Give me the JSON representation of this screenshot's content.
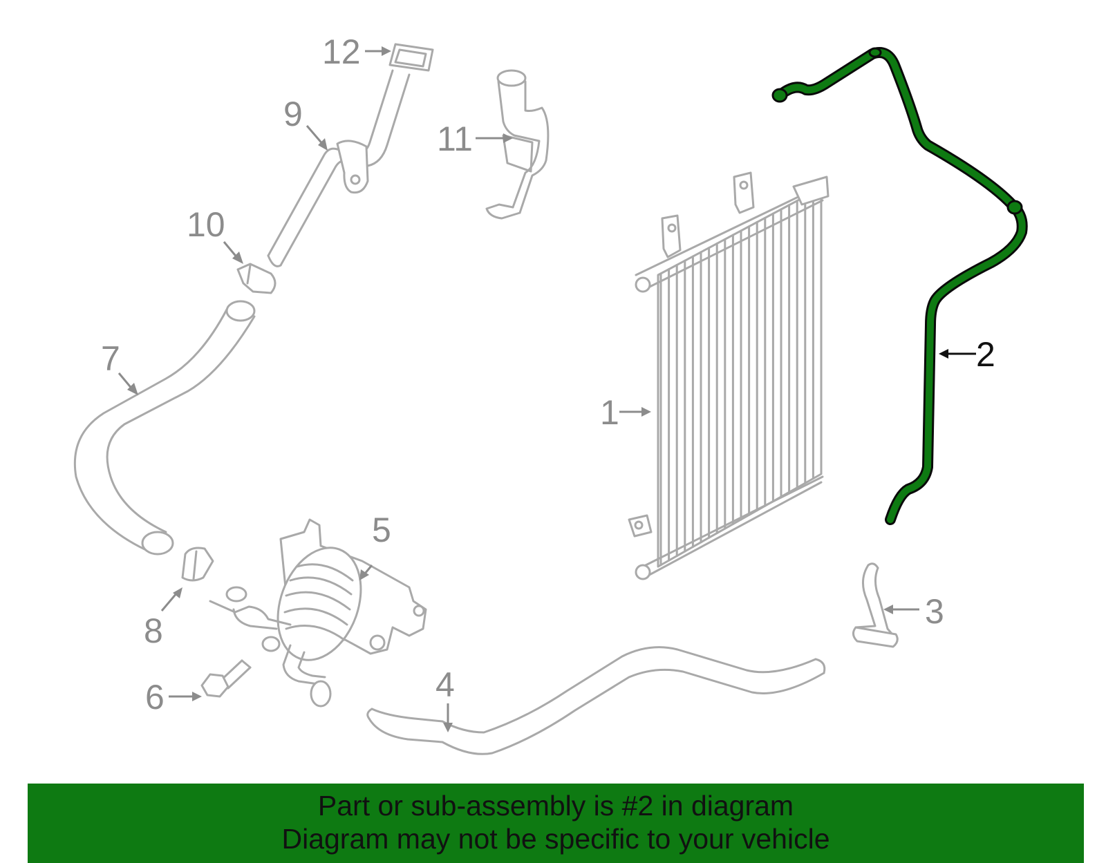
{
  "callouts": {
    "c1": "1",
    "c2": "2",
    "c3": "3",
    "c4": "4",
    "c5": "5",
    "c6": "6",
    "c7": "7",
    "c8": "8",
    "c9": "9",
    "c10": "10",
    "c11": "11",
    "c12": "12"
  },
  "highlighted_part": "2",
  "colors": {
    "highlight": "#0e7a12",
    "parts": "#a9a9a9",
    "callout_text": "#8c8c8c",
    "banner_bg": "#0e7a12"
  },
  "banner": {
    "line1": "Part or sub-assembly is #2 in diagram",
    "line2": "Diagram may not be specific to your vehicle"
  }
}
